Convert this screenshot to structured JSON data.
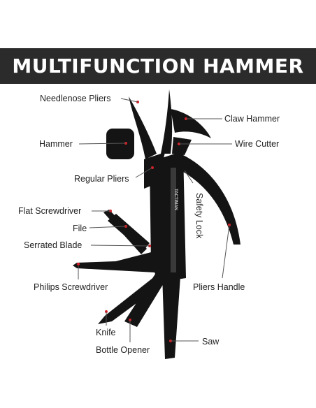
{
  "title": "MULTIFUNCTION HAMMER",
  "brand": "TACTIMAN",
  "colors": {
    "banner": "#2b2b2b",
    "tool_body": "#141414",
    "tool_highlight": "#3a3a3a",
    "accent_red": "#d81f26",
    "leader_line": "#555555",
    "label_text": "#222222"
  },
  "labels": {
    "needlenose_pliers": "Needlenose Pliers",
    "claw_hammer": "Claw Hammer",
    "hammer": "Hammer",
    "wire_cutter": "Wire Cutter",
    "regular_pliers": "Regular Pliers",
    "safety_lock": "Safety Lock",
    "flat_screwdriver": "Flat Screwdriver",
    "file": "File",
    "serrated_blade": "Serrated Blade",
    "philips_screwdriver": "Philips Screwdriver",
    "pliers_handle": "Pliers Handle",
    "knife": "Knife",
    "saw": "Saw",
    "bottle_opener": "Bottle Opener"
  }
}
